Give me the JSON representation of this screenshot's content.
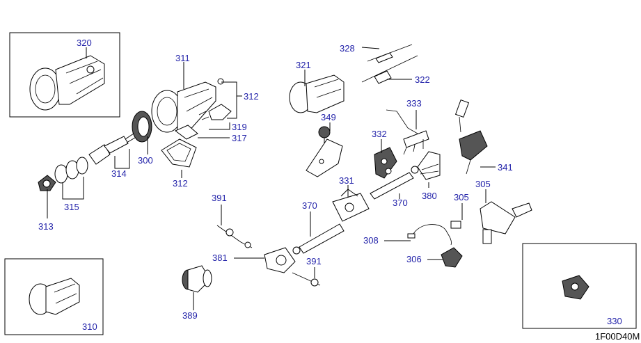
{
  "diagram_code": "1F00D40M",
  "parts": {
    "p320": "320",
    "p311": "311",
    "p312a": "312",
    "p319": "319",
    "p317": "317",
    "p312b": "312",
    "p300": "300",
    "p314": "314",
    "p315": "315",
    "p313": "313",
    "p328": "328",
    "p322": "322",
    "p321": "321",
    "p333": "333",
    "p349": "349",
    "p332": "332",
    "p341": "341",
    "p305a": "305",
    "p331": "331",
    "p380": "380",
    "p370a": "370",
    "p370b": "370",
    "p305b": "305",
    "p391a": "391",
    "p308": "308",
    "p381": "381",
    "p306": "306",
    "p391b": "391",
    "p389": "389",
    "p310": "310",
    "p330": "330"
  }
}
